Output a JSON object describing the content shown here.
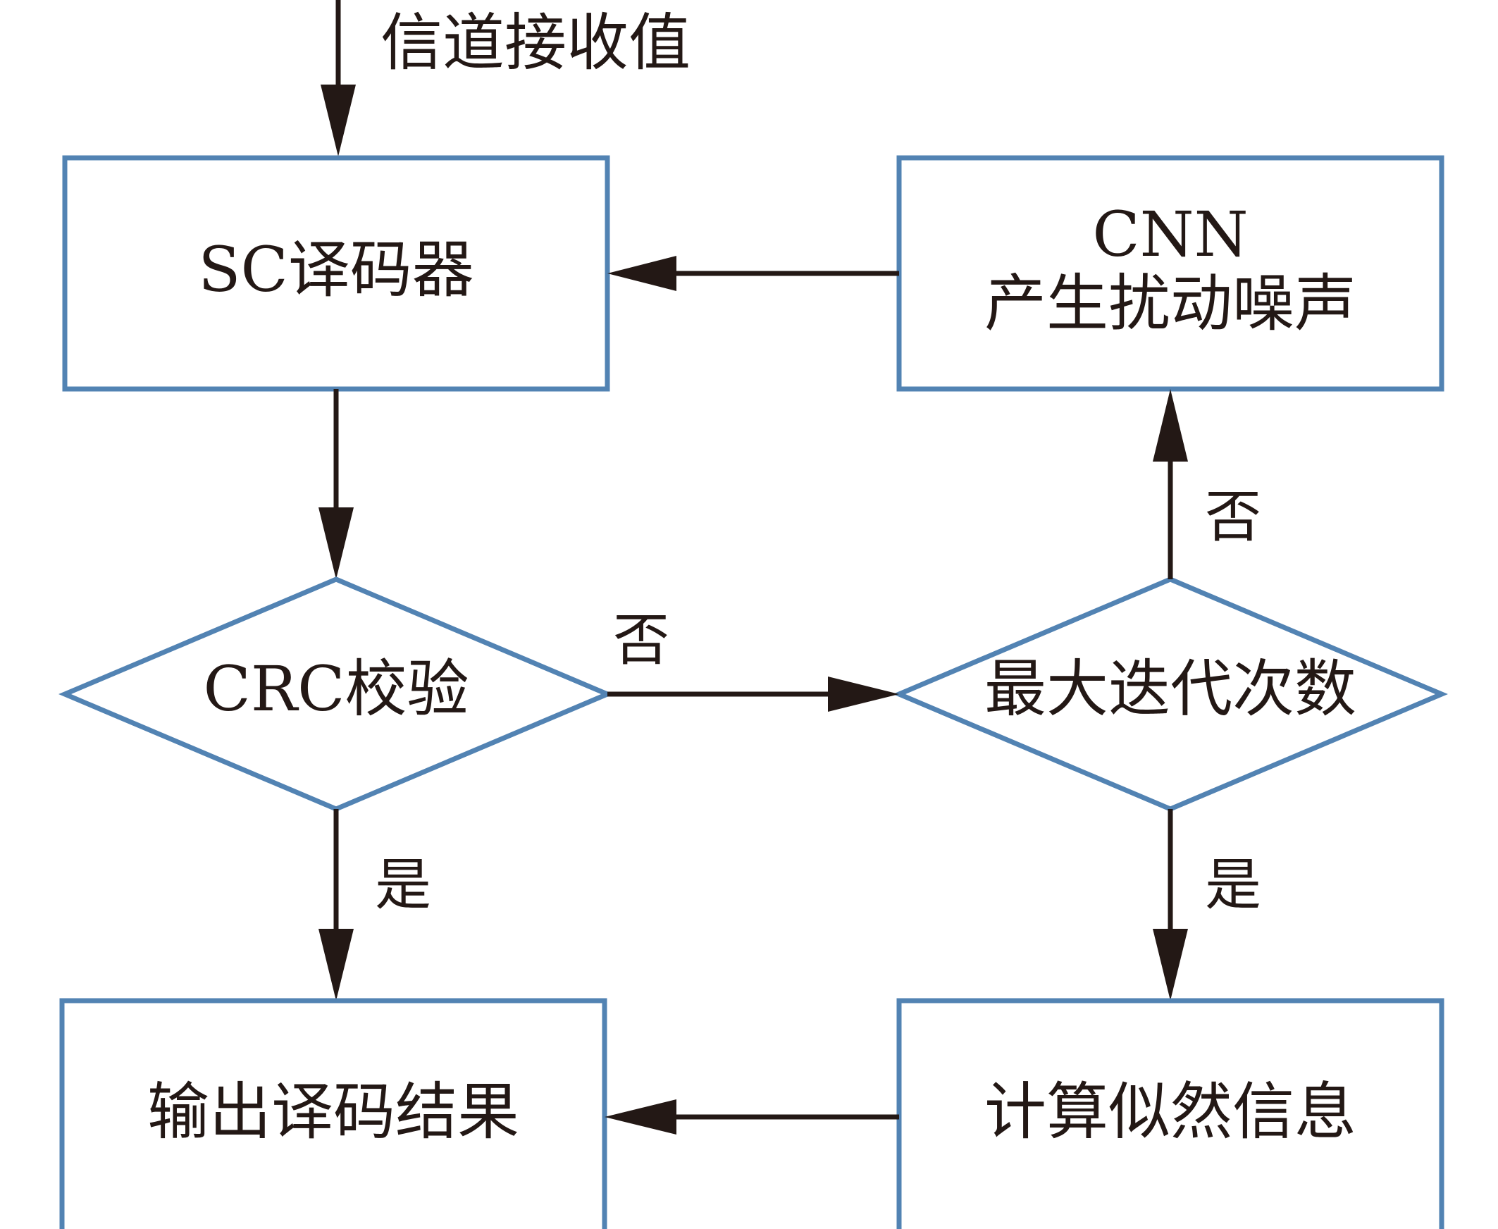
{
  "colors": {
    "node_border": "#5283b3",
    "edge": "#231815",
    "text": "#231815",
    "background": "#ffffff"
  },
  "input_label": "信道接收值",
  "nodes": {
    "sc_decoder": "SC译码器",
    "cnn_line1": "CNN",
    "cnn_line2": "产生扰动噪声",
    "crc_check": "CRC校验",
    "max_iter": "最大迭代次数",
    "output": "输出译码结果",
    "likelihood": "计算似然信息"
  },
  "edge_labels": {
    "crc_no": "否",
    "crc_yes": "是",
    "iter_no": "否",
    "iter_yes": "是"
  }
}
